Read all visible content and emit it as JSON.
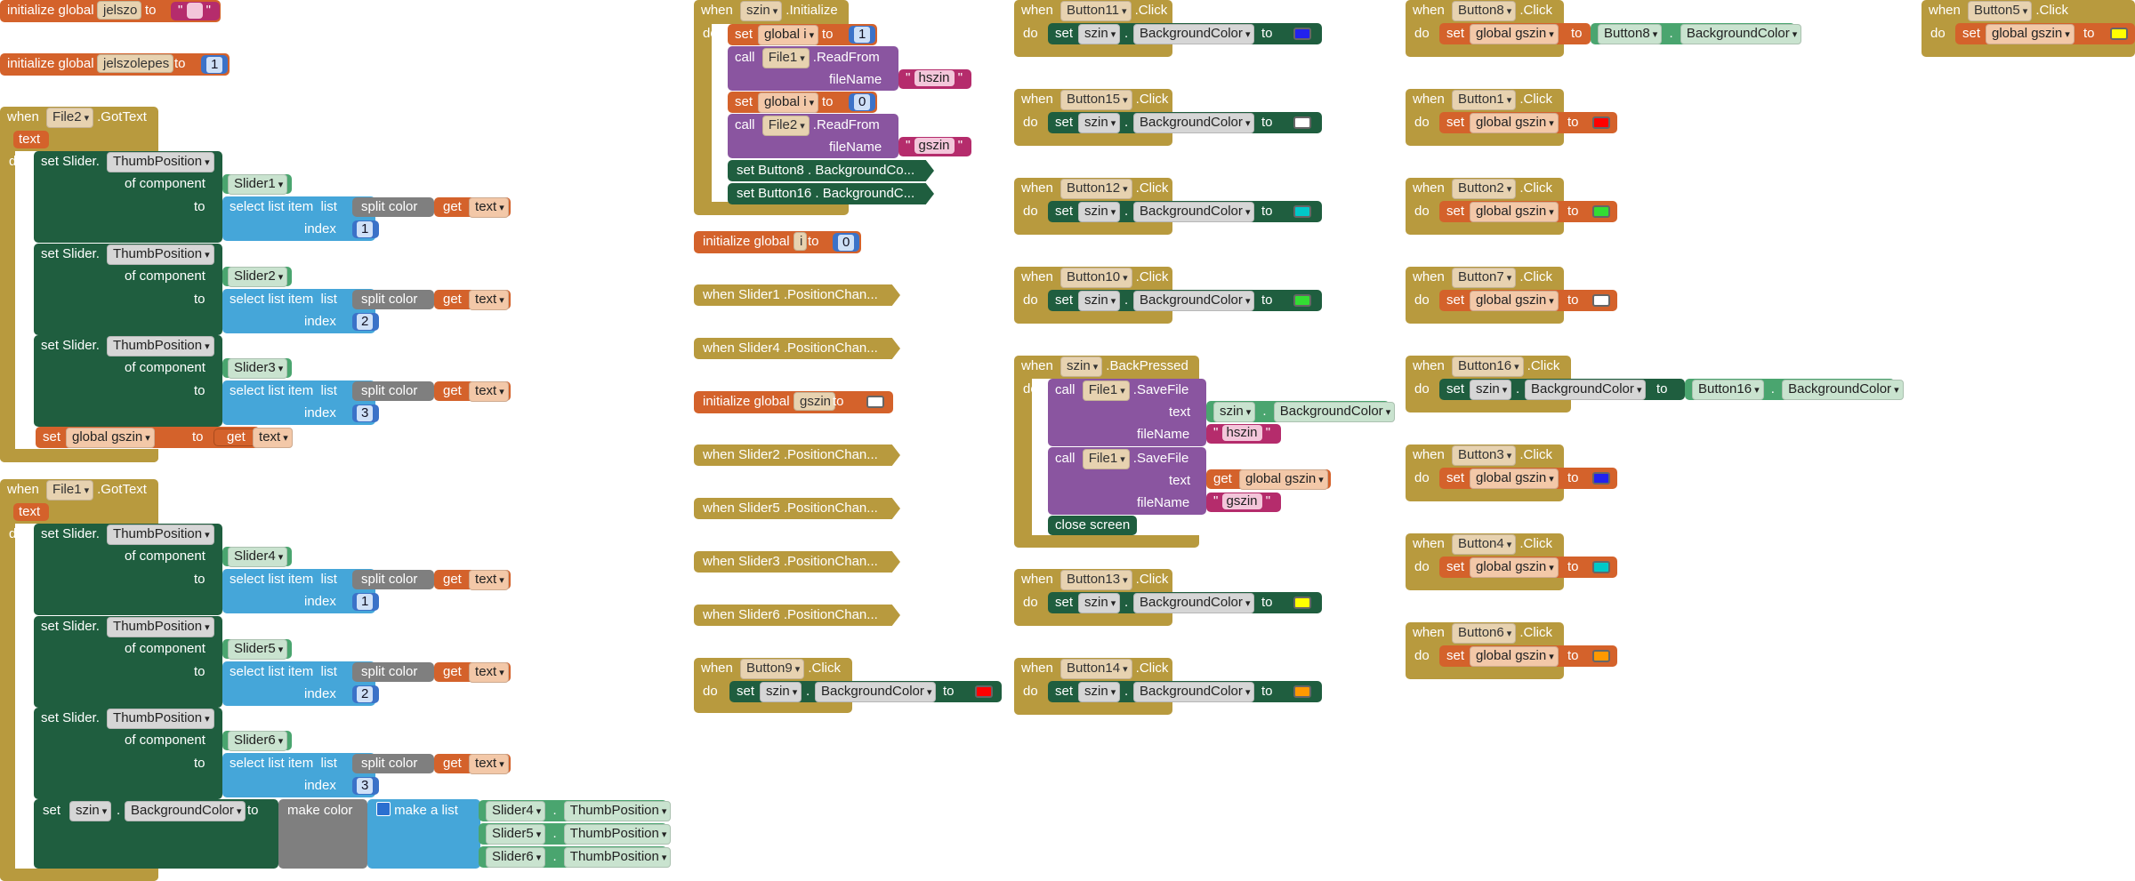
{
  "words": {
    "when": "when",
    "do": "do",
    "to": "to",
    "set": "set",
    "call": "call",
    "get": "get",
    "initialize_global": "initialize global",
    "of_component": "of component",
    "select_list_item": "select list item",
    "list": "list",
    "index": "index",
    "split_color": "split color",
    "make_color": "make color",
    "make_a_list": "make a list",
    "fileName": "fileName",
    "text": "text",
    "close_screen": "close screen",
    "set_slider": "set Slider.",
    "ThumbPosition": "ThumbPosition",
    "BackgroundColor": "BackgroundColor",
    "Click": ".Click",
    "GotText": ".GotText",
    "Initialize": ".Initialize",
    "BackPressed": ".BackPressed",
    "SaveFile": ".SaveFile",
    "ReadFrom": ".ReadFrom",
    "global_gszin": "global gszin",
    "global_i": "global i",
    "dot": "."
  },
  "col1": {
    "init_jelszo_name": "jelszo",
    "init_jelszolepes_name": "jelszolepes",
    "init_jelszolepes_value": "1",
    "file2_component": "File2",
    "text_param": "text",
    "sliders_top": [
      "Slider1",
      "Slider2",
      "Slider3"
    ],
    "indices": [
      "1",
      "2",
      "3"
    ],
    "file1_component": "File1",
    "sliders_bottom": [
      "Slider4",
      "Slider5",
      "Slider6"
    ],
    "szin": "szin"
  },
  "col2": {
    "init_component": "szin",
    "readfrom_1_component": "File1",
    "readfrom_1_file": "hszin",
    "set_i_value_1": "1",
    "set_i_value_2": "0",
    "readfrom_2_component": "File2",
    "readfrom_2_file": "gszin",
    "collapsed_set_1": "set  Button8 . BackgroundCo...",
    "collapsed_set_2": "set  Button16 . BackgroundC...",
    "init_i_name": "i",
    "init_i_value": "0",
    "collapsed_events": [
      "when  Slider1 .PositionChan...",
      "when  Slider4 .PositionChan...",
      "when  Slider2 .PositionChan...",
      "when  Slider5 .PositionChan...",
      "when  Slider3 .PositionChan...",
      "when  Slider6 .PositionChan..."
    ],
    "init_gszin_name": "gszin",
    "button9": "Button9",
    "button9_color": "#ff0000"
  },
  "col3": {
    "buttons": [
      {
        "name": "Button11",
        "color": "#2222ee"
      },
      {
        "name": "Button15",
        "color": "#ffffff"
      },
      {
        "name": "Button12",
        "color": "#00c8c8"
      },
      {
        "name": "Button10",
        "color": "#33dd33"
      },
      {
        "name": "Button13",
        "color": "#ffff00"
      },
      {
        "name": "Button14",
        "color": "#ff9900"
      }
    ],
    "back_component": "szin",
    "save1_component": "File1",
    "save1_file": "hszin",
    "save2_component": "File1",
    "save2_file": "gszin"
  },
  "col4": {
    "button8": "Button8",
    "button8_target": "Button8",
    "button16": "Button16",
    "button16_target": "Button16",
    "buttons": [
      {
        "name": "Button1",
        "color": "#ff0000"
      },
      {
        "name": "Button2",
        "color": "#33dd33"
      },
      {
        "name": "Button7",
        "color": "#ffffff"
      },
      {
        "name": "Button3",
        "color": "#2222ee"
      },
      {
        "name": "Button4",
        "color": "#00c8c8"
      },
      {
        "name": "Button6",
        "color": "#ff9900"
      }
    ]
  },
  "col5": {
    "button5": "Button5",
    "button5_color": "#ffff00"
  },
  "colors": {
    "mustard": "#b89a3e",
    "dark_green": "#1f5e3f",
    "orange": "#d4622b",
    "light_blue": "#45a6d9",
    "purple": "#8a55a0"
  }
}
